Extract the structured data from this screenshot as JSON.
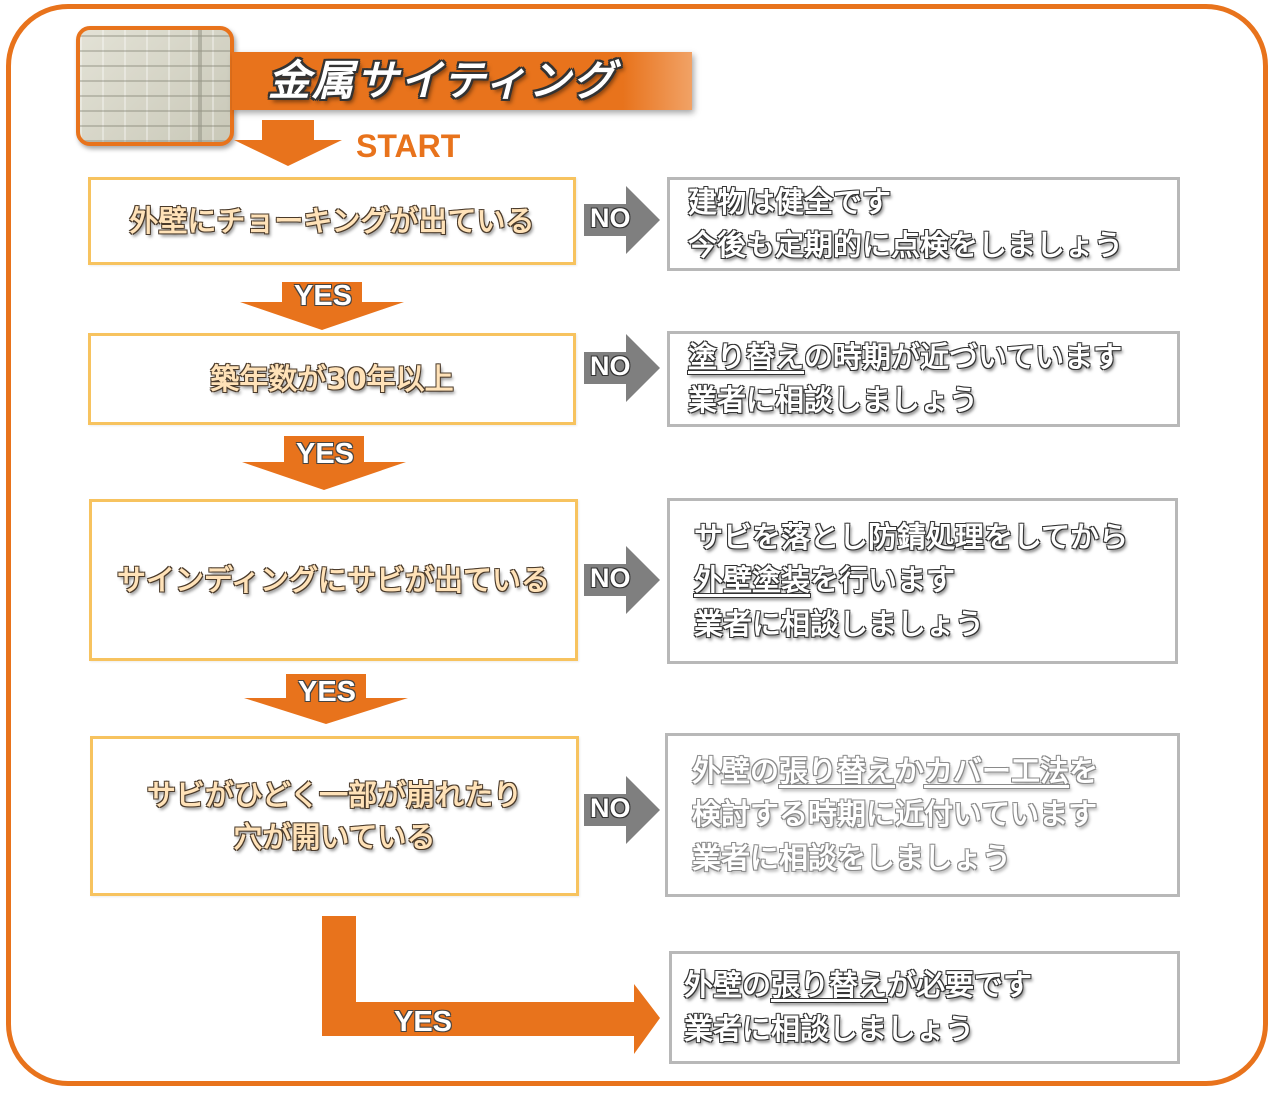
{
  "title": "金属サイティング",
  "start_label": "START",
  "colors": {
    "accent": "#e8731c",
    "question_border": "#f7c35f",
    "answer_border": "#b8b8b8",
    "no_arrow": "#7f7f7f"
  },
  "no_label": "NO",
  "yes_label": "YES",
  "questions": [
    {
      "lines": [
        "外壁にチョーキングが出ている"
      ]
    },
    {
      "lines": [
        "築年数が30年以上"
      ]
    },
    {
      "lines": [
        "サインディングにサビが出ている"
      ]
    },
    {
      "lines": [
        "サビがひどく一部が崩れたり",
        "穴が開いている"
      ]
    }
  ],
  "answers": [
    {
      "lines": [
        {
          "parts": [
            "建物は健全です"
          ]
        },
        {
          "parts": [
            "今後も定期的に点検をしましょう"
          ]
        }
      ]
    },
    {
      "lines": [
        {
          "parts": [
            "塗り替え",
            "の時期が近づいています"
          ]
        },
        {
          "parts": [
            "業者に相談しましょう"
          ]
        }
      ]
    },
    {
      "lines": [
        {
          "parts": [
            "サビを落とし防錆処理をしてから"
          ]
        },
        {
          "parts": [
            "外壁塗装",
            "を行います"
          ]
        },
        {
          "parts": [
            "業者に相談しましょう"
          ]
        }
      ]
    },
    {
      "lines": [
        {
          "parts": [
            "外壁の",
            "張り替え",
            "か",
            "カバー工法",
            "を"
          ]
        },
        {
          "parts": [
            "検討する時期に近付いています"
          ]
        },
        {
          "parts": [
            "業者に相談をしましょう"
          ]
        }
      ]
    },
    {
      "lines": [
        {
          "parts": [
            "外壁の",
            "張り替え",
            "が必要です"
          ]
        },
        {
          "parts": [
            "業者に相談しましょう"
          ]
        }
      ]
    }
  ]
}
